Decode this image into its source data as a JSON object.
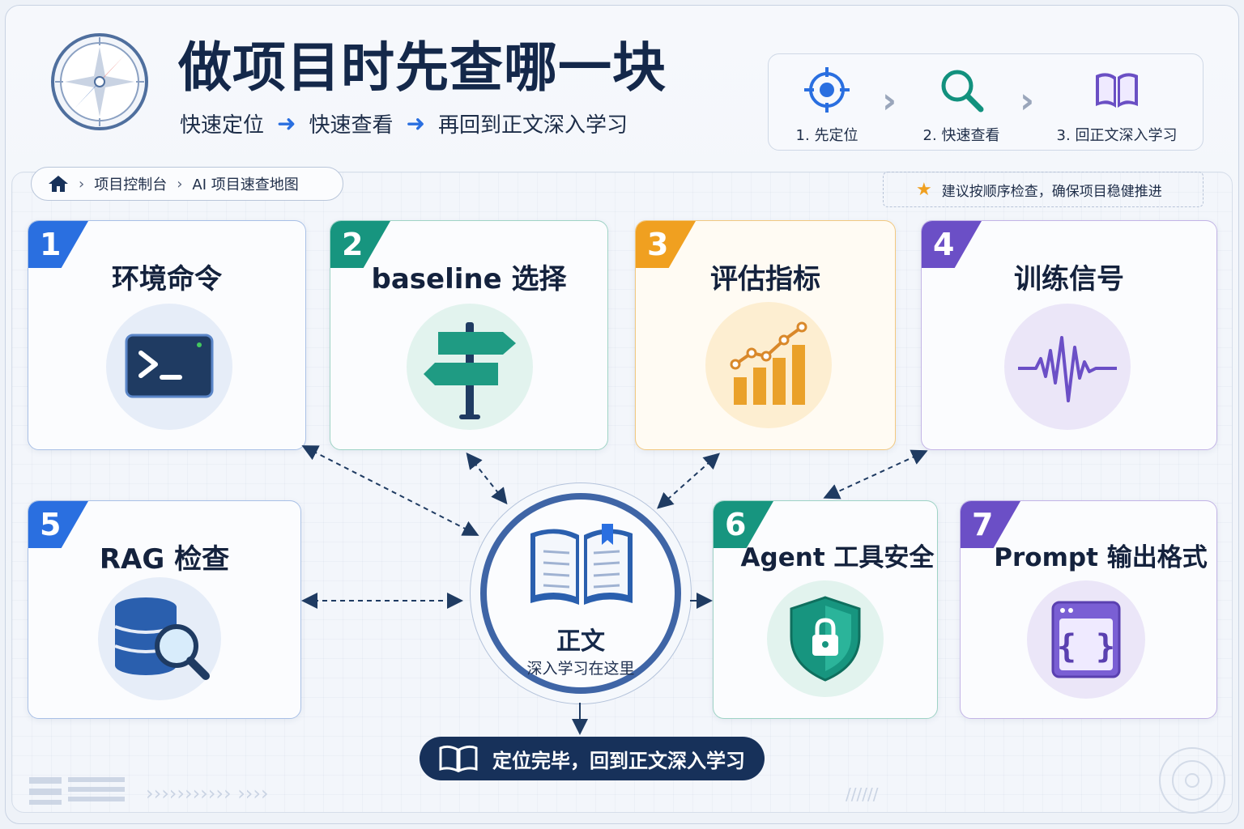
{
  "header": {
    "title": "做项目时先查哪一块",
    "subtitle": [
      "快速定位",
      "快速查看",
      "再回到正文深入学习"
    ]
  },
  "steps": [
    {
      "label": "1. 先定位",
      "icon": "target-icon",
      "color": "#2a6fe0"
    },
    {
      "label": "2. 快速查看",
      "icon": "search-icon",
      "color": "#12917e"
    },
    {
      "label": "3. 回正文深入学习",
      "icon": "book-icon",
      "color": "#6a4fc4"
    }
  ],
  "breadcrumb": {
    "root": "项目控制台",
    "current": "AI 项目速查地图"
  },
  "tip": "建议按顺序检查，确保项目稳健推进",
  "cards": [
    {
      "num": "1",
      "title": "环境命令",
      "icon": "terminal-icon",
      "color": "#2a6fe0"
    },
    {
      "num": "2",
      "title": "baseline 选择",
      "icon": "signpost-icon",
      "color": "#17957f"
    },
    {
      "num": "3",
      "title": "评估指标",
      "icon": "bar-chart-icon",
      "color": "#f0a020"
    },
    {
      "num": "4",
      "title": "训练信号",
      "icon": "waveform-icon",
      "color": "#6b4fc6"
    },
    {
      "num": "5",
      "title": "RAG 检查",
      "icon": "database-search-icon",
      "color": "#2a6fe0"
    },
    {
      "num": "6",
      "title": "Agent 工具安全",
      "icon": "shield-lock-icon",
      "color": "#17957f"
    },
    {
      "num": "7",
      "title": "Prompt 输出格式",
      "icon": "code-braces-icon",
      "color": "#6b4fc6"
    }
  ],
  "center": {
    "title": "正文",
    "subtitle": "深入学习在这里",
    "icon": "open-book-icon"
  },
  "bottom_button": "定位完毕，回到正文深入学习"
}
